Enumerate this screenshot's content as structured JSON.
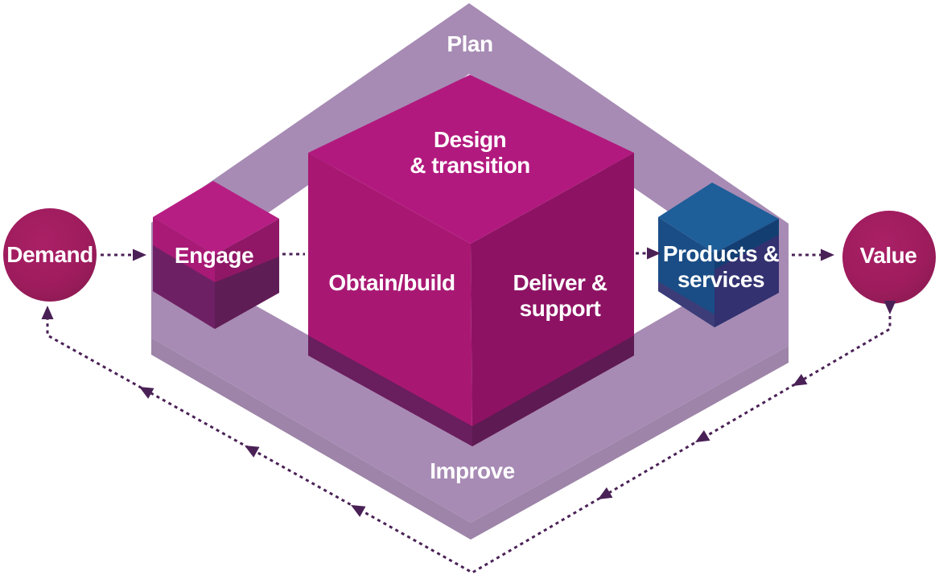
{
  "diagram": {
    "ring": {
      "top_label": "Plan",
      "bottom_label": "Improve"
    },
    "nodes": {
      "demand": "Demand",
      "engage": "Engage",
      "design_transition": "Design\n& transition",
      "obtain_build": "Obtain/build",
      "deliver_support": "Deliver &\nsupport",
      "products_services": "Products &\nservices",
      "value": "Value"
    },
    "colors": {
      "background": "#ffffff",
      "label_text": "#ffffff",
      "ribbon": "#a78bb4",
      "ribbon_edge": "#9d84a8",
      "cube_top": "#b2197e",
      "cube_left": "#a81873",
      "cube_right": "#8e1264",
      "cube_band_left": "#691e5d",
      "cube_band_right": "#5e1a52",
      "engage_top": "#b71e83",
      "engage_left": "#a81a76",
      "engage_right": "#8f1766",
      "engage_band_left": "#6d2164",
      "engage_band_right": "#5f1d55",
      "blue_top": "#1e5e99",
      "blue_left": "#1a4d86",
      "blue_right": "#133e72",
      "blue_band_left": "#3c3c78",
      "blue_band_right": "#333170",
      "circle": "#a21d60",
      "circle_dark": "#871a4f",
      "arrow": "#4a2156"
    }
  }
}
